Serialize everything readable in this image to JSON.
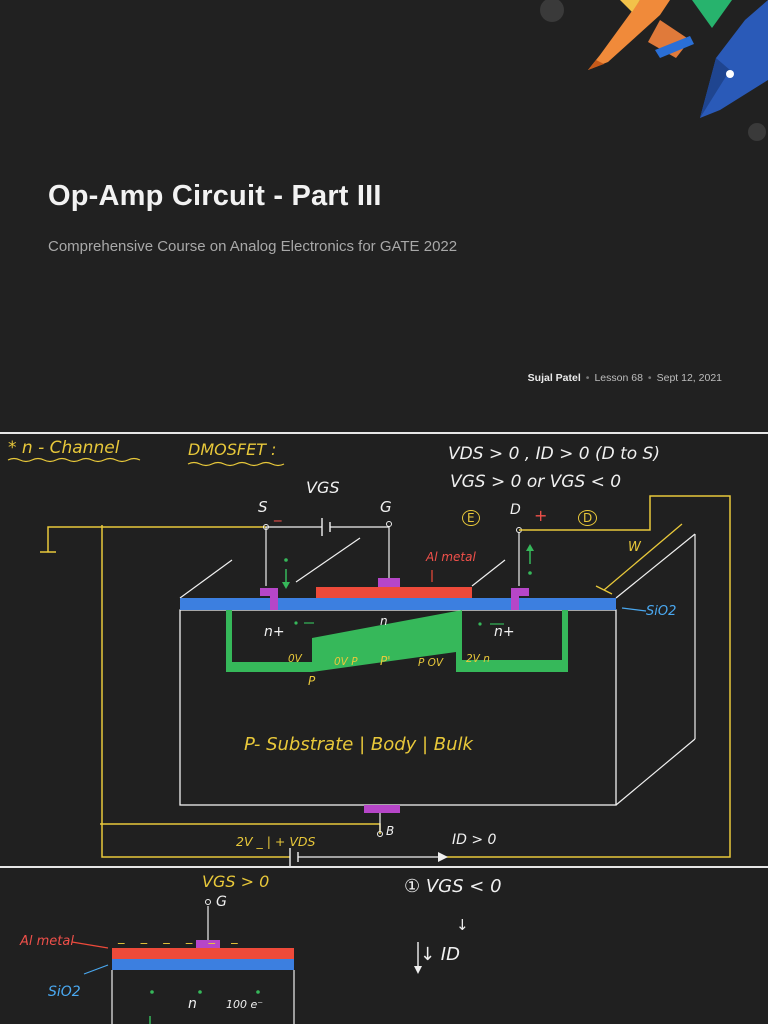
{
  "title_slide": {
    "title": "Op-Amp Circuit - Part III",
    "subtitle": "Comprehensive Course on Analog Electronics for GATE 2022",
    "author": "Sujal Patel",
    "lesson": "Lesson 68",
    "date": "Sept 12, 2021",
    "accent_colors": [
      "#f08a3a",
      "#2a6fd6",
      "#27b36d",
      "#f2c24a"
    ]
  },
  "notes_slide": {
    "heading_prefix": "* n - Channel",
    "heading_device": "DMOSFET :",
    "cond_line1": "VDS > 0 , ID > 0 (D to S)",
    "cond_line2": "VGS > 0 or VGS < 0",
    "cond_e": "E",
    "cond_d": "D",
    "vgs_label": "VGS",
    "s_label": "S",
    "g_label": "G",
    "d_label": "D",
    "b_label": "B",
    "minus": "_",
    "plus": "+",
    "al_metal": "Al metal",
    "sio2": "SiO2",
    "w_label": "W",
    "n_plus_left": "n+",
    "n_plus_right": "n+",
    "n_channel": "n",
    "v_0v_left": "0V",
    "v_0v_p": "0V P",
    "p_prime": "P'",
    "p_ov": "P OV",
    "v_2v_n": "2V n",
    "p_label": "P",
    "substrate": "P- Substrate | Body | Bulk",
    "vds_source": "2V _ | + VDS",
    "id_gt0": "ID > 0",
    "colors": {
      "oxide": "#3c7fe0",
      "metal": "#ee4a3a",
      "contact": "#b646c8",
      "channel": "#36b85a",
      "wire": "#e8c83a"
    }
  },
  "third_slide": {
    "vgs_gt0": "VGS > 0",
    "g_label": "G",
    "al_metal": "Al metal",
    "sio2": "SiO2",
    "case1": "① VGS < 0",
    "arrow_down": "↓",
    "id_down": "↓ ID",
    "n_label": "n",
    "electrons": "100 e⁻",
    "minus_charges": "_ _ _ _ _ _"
  }
}
